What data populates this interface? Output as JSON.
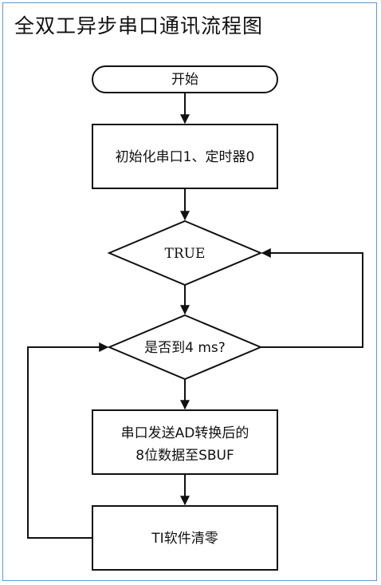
{
  "diagram": {
    "title": "全双工异步串口通讯流程图",
    "nodes": {
      "start": "开始",
      "init": "初始化串口1、定时器0",
      "loop_condition": "TRUE",
      "timer_check": "是否到4 ms?",
      "send_line1": "串口发送AD转换后的",
      "send_line2": "8位数据至SBUF",
      "clear_ti": "TI软件清零"
    },
    "colors": {
      "frame": "#5b9bd5",
      "line": "#111111",
      "text": "#111111",
      "background": "#ffffff"
    }
  }
}
